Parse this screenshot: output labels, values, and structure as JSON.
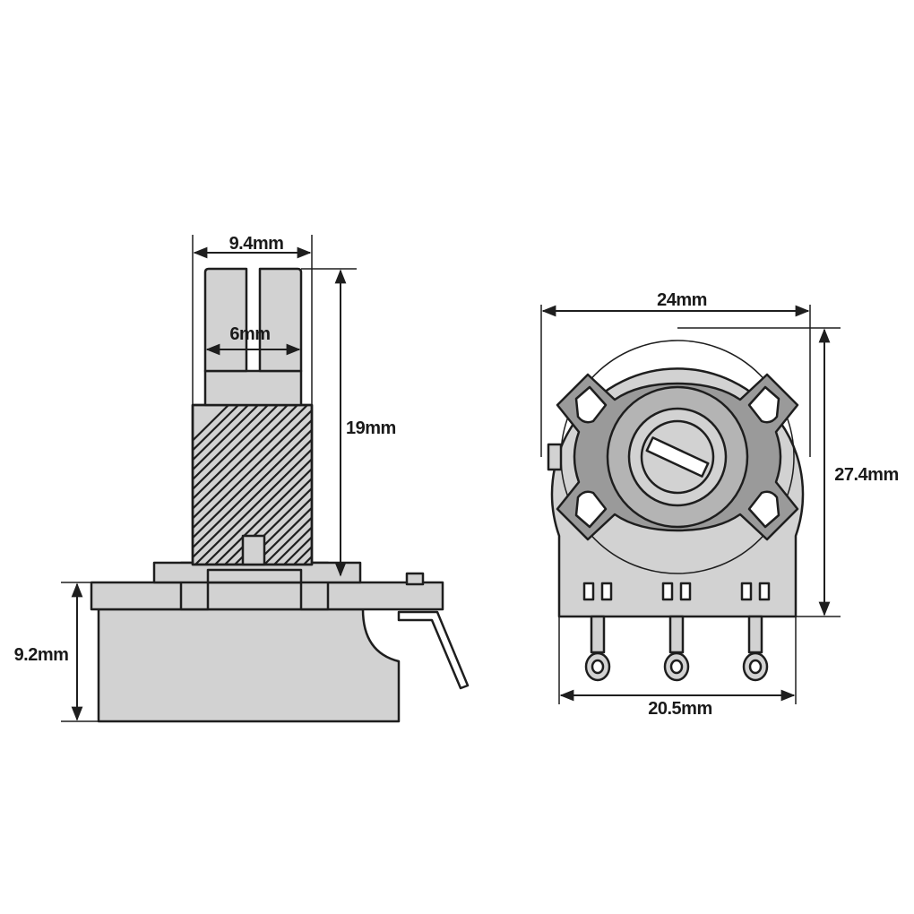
{
  "colors": {
    "body_fill": "#d2d2d2",
    "dark_fill": "#9a9a9a",
    "mid_fill": "#b4b4b4",
    "outline": "#1e1e1e",
    "background": "#ffffff"
  },
  "dimensions": {
    "shaft_width": "9.4mm",
    "slot_width": "6mm",
    "shaft_length": "19mm",
    "body_height": "9.2mm",
    "body_diameter": "24mm",
    "total_height": "27.4mm",
    "pin_span": "20.5mm"
  }
}
